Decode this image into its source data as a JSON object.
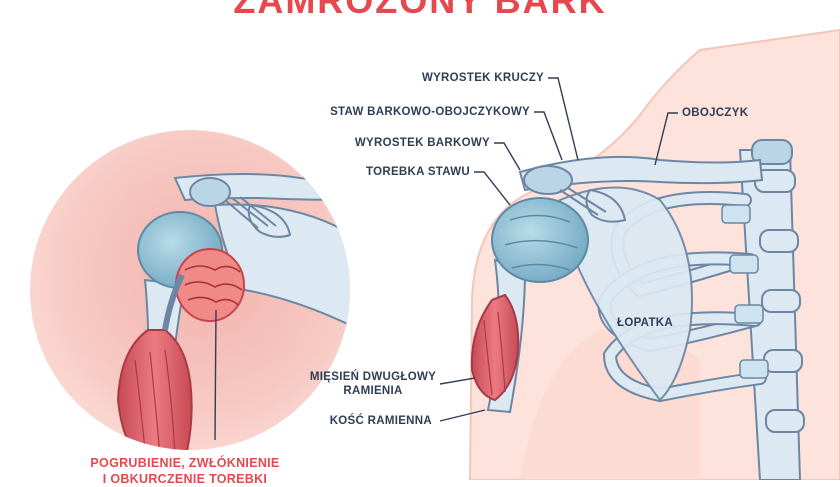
{
  "title": "ZAMROŻONY BARK",
  "labels": {
    "coracoid_process": "WYROSTEK KRUCZY",
    "ac_joint": "STAW BARKOWO-OBOJCZYKOWY",
    "clavicle": "OBOJCZYK",
    "acromion": "WYROSTEK BARKOWY",
    "joint_capsule": "TOREBKA STAWU",
    "scapula": "ŁOPATKA",
    "biceps_line1": "MIĘSIEŃ DWUGŁOWY",
    "biceps_line2": "RAMIENIA",
    "humerus": "KOŚĆ RAMIENNA"
  },
  "caption": {
    "line1": "POGRUBIENIE, ZWŁÓKNIENIE",
    "line2": "I OBKURCZENIE TOREBKI"
  },
  "colors": {
    "accent": "#e5484d",
    "label_text": "#2f3e55",
    "leader_line": "#2f3e55",
    "body_skin": "#fde3dc",
    "bone": "#dce9f3",
    "bone_outline": "#6c86a3",
    "capsule": "#8ec0d6",
    "muscle": "#e0606a"
  }
}
